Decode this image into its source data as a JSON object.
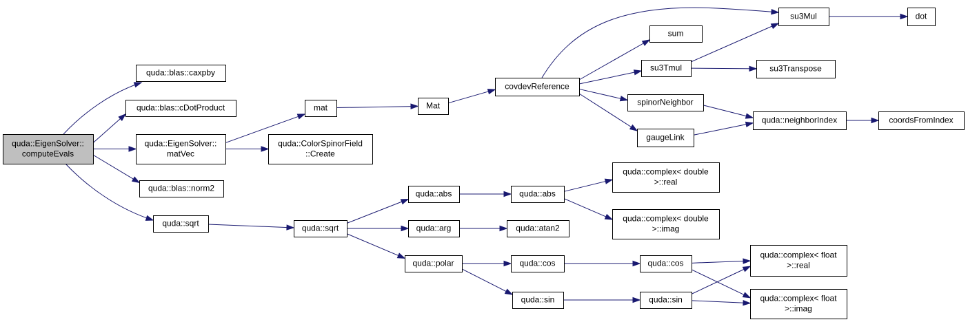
{
  "graph": {
    "nodes": [
      {
        "id": "computeEvals",
        "lines": [
          "quda::EigenSolver::",
          "computeEvals"
        ],
        "root": true
      },
      {
        "id": "caxpby",
        "lines": [
          "quda::blas::caxpby"
        ]
      },
      {
        "id": "cDotProduct",
        "lines": [
          "quda::blas::cDotProduct"
        ]
      },
      {
        "id": "matVec",
        "lines": [
          "quda::EigenSolver::",
          "matVec"
        ]
      },
      {
        "id": "norm2",
        "lines": [
          "quda::blas::norm2"
        ]
      },
      {
        "id": "sqrt1",
        "lines": [
          "quda::sqrt"
        ]
      },
      {
        "id": "mat",
        "lines": [
          "mat"
        ]
      },
      {
        "id": "create",
        "lines": [
          "quda::ColorSpinorField",
          "::Create"
        ]
      },
      {
        "id": "sqrt2",
        "lines": [
          "quda::sqrt"
        ]
      },
      {
        "id": "Mat",
        "lines": [
          "Mat"
        ]
      },
      {
        "id": "abs1",
        "lines": [
          "quda::abs"
        ]
      },
      {
        "id": "arg",
        "lines": [
          "quda::arg"
        ]
      },
      {
        "id": "polar",
        "lines": [
          "quda::polar"
        ]
      },
      {
        "id": "covdev",
        "lines": [
          "covdevReference"
        ]
      },
      {
        "id": "abs2",
        "lines": [
          "quda::abs"
        ]
      },
      {
        "id": "atan2",
        "lines": [
          "quda::atan2"
        ]
      },
      {
        "id": "cos1",
        "lines": [
          "quda::cos"
        ]
      },
      {
        "id": "sin1",
        "lines": [
          "quda::sin"
        ]
      },
      {
        "id": "sum",
        "lines": [
          "sum"
        ]
      },
      {
        "id": "su3Tmul",
        "lines": [
          "su3Tmul"
        ]
      },
      {
        "id": "spinorNeighbor",
        "lines": [
          "spinorNeighbor"
        ]
      },
      {
        "id": "gaugeLink",
        "lines": [
          "gaugeLink"
        ]
      },
      {
        "id": "cdreal",
        "lines": [
          "quda::complex< double",
          ">::real"
        ]
      },
      {
        "id": "cdimag",
        "lines": [
          "quda::complex< double",
          ">::imag"
        ]
      },
      {
        "id": "cos2",
        "lines": [
          "quda::cos"
        ]
      },
      {
        "id": "sin2",
        "lines": [
          "quda::sin"
        ]
      },
      {
        "id": "su3Mul",
        "lines": [
          "su3Mul"
        ]
      },
      {
        "id": "su3Transpose",
        "lines": [
          "su3Transpose"
        ]
      },
      {
        "id": "neighborIndex",
        "lines": [
          "quda::neighborIndex"
        ]
      },
      {
        "id": "cfreal",
        "lines": [
          "quda::complex< float",
          ">::real"
        ]
      },
      {
        "id": "cfimag",
        "lines": [
          "quda::complex< float",
          ">::imag"
        ]
      },
      {
        "id": "dot",
        "lines": [
          "dot"
        ]
      },
      {
        "id": "coordsFromIndex",
        "lines": [
          "coordsFromIndex"
        ]
      }
    ],
    "edges": [
      [
        "computeEvals",
        "caxpby"
      ],
      [
        "computeEvals",
        "cDotProduct"
      ],
      [
        "computeEvals",
        "matVec"
      ],
      [
        "computeEvals",
        "norm2"
      ],
      [
        "computeEvals",
        "sqrt1"
      ],
      [
        "matVec",
        "mat"
      ],
      [
        "matVec",
        "create"
      ],
      [
        "mat",
        "Mat"
      ],
      [
        "Mat",
        "covdev"
      ],
      [
        "covdev",
        "su3Mul"
      ],
      [
        "covdev",
        "sum"
      ],
      [
        "covdev",
        "su3Tmul"
      ],
      [
        "covdev",
        "spinorNeighbor"
      ],
      [
        "covdev",
        "gaugeLink"
      ],
      [
        "su3Tmul",
        "su3Mul"
      ],
      [
        "su3Tmul",
        "su3Transpose"
      ],
      [
        "su3Mul",
        "dot"
      ],
      [
        "spinorNeighbor",
        "neighborIndex"
      ],
      [
        "gaugeLink",
        "neighborIndex"
      ],
      [
        "neighborIndex",
        "coordsFromIndex"
      ],
      [
        "sqrt1",
        "sqrt2"
      ],
      [
        "sqrt2",
        "abs1"
      ],
      [
        "sqrt2",
        "arg"
      ],
      [
        "sqrt2",
        "polar"
      ],
      [
        "abs1",
        "abs2"
      ],
      [
        "abs2",
        "cdreal"
      ],
      [
        "abs2",
        "cdimag"
      ],
      [
        "arg",
        "atan2"
      ],
      [
        "polar",
        "cos1"
      ],
      [
        "polar",
        "sin1"
      ],
      [
        "cos1",
        "cos2"
      ],
      [
        "sin1",
        "sin2"
      ],
      [
        "cos2",
        "cfreal"
      ],
      [
        "cos2",
        "cfimag"
      ],
      [
        "sin2",
        "cfreal"
      ],
      [
        "sin2",
        "cfimag"
      ]
    ]
  }
}
